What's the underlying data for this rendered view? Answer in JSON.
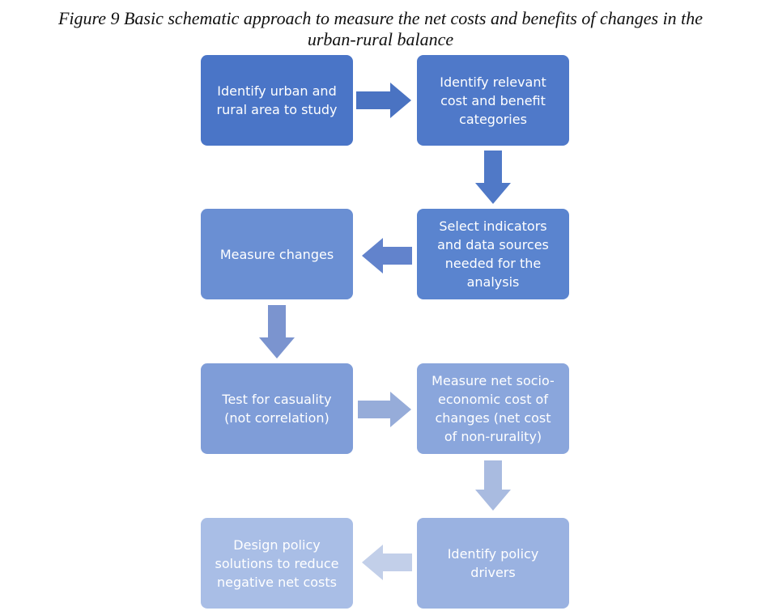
{
  "caption": {
    "line1": "Figure 9 Basic schematic approach to measure the net costs and benefits of changes in the",
    "line2": "urban-rural balance"
  },
  "steps": [
    {
      "label": "Identify urban and\nrural area to study",
      "color": "#4a75c7"
    },
    {
      "label": "Identify relevant\ncost and benefit\ncategories",
      "color": "#4f79c9"
    },
    {
      "label": "Select indicators\nand data sources\nneeded for the\nanalysis",
      "color": "#5a84cf"
    },
    {
      "label": "Measure changes",
      "color": "#6a8fd3"
    },
    {
      "label": "Test for casuality\n(not correlation)",
      "color": "#7f9dd8"
    },
    {
      "label": "Measure net socio-\neconomic cost of\nchanges (net cost\nof non-rurality)",
      "color": "#8aa6dc"
    },
    {
      "label": "Identify policy\ndrivers",
      "color": "#9ab2e1"
    },
    {
      "label": "Design policy\nsolutions to reduce\nnegative net costs",
      "color": "#a9bee6"
    }
  ],
  "arrows": [
    {
      "direction": "right",
      "color": "#4a73c2"
    },
    {
      "direction": "down",
      "color": "#5079c7"
    },
    {
      "direction": "left",
      "color": "#6283cc"
    },
    {
      "direction": "down",
      "color": "#7b94cf"
    },
    {
      "direction": "right",
      "color": "#96acd9"
    },
    {
      "direction": "down",
      "color": "#a9bbe0"
    },
    {
      "direction": "left",
      "color": "#c2cfe9"
    }
  ]
}
